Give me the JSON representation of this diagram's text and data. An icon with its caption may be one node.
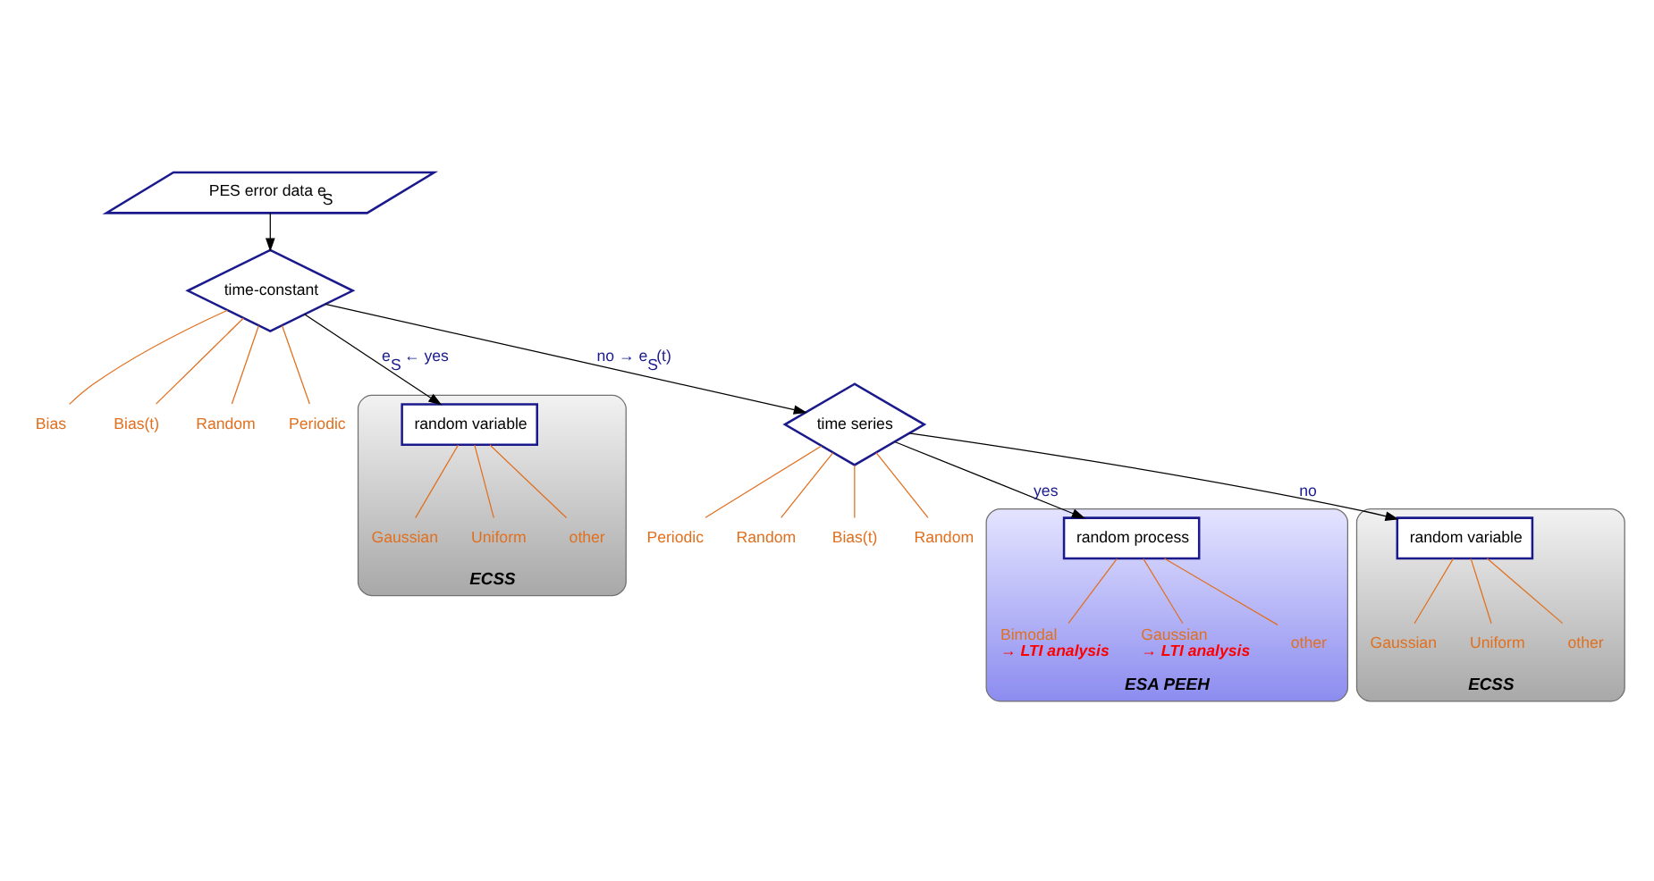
{
  "diagram": {
    "nodes": [
      {
        "text": [
          "PES error data e$_{S}$"
        ]
      },
      {
        "text": [
          "time-constant"
        ]
      },
      {
        "text": [
          "Bias"
        ]
      },
      {
        "text": [
          "Bias(t)"
        ]
      },
      {
        "text": [
          "Random"
        ]
      },
      {
        "text": [
          "Periodic"
        ]
      },
      {
        "text": [
          "time series"
        ]
      },
      {
        "text": [
          "Periodic"
        ]
      },
      {
        "text": [
          "Random"
        ]
      },
      {
        "text": [
          "Bias(t)"
        ]
      },
      {
        "text": [
          "Random"
        ]
      },
      {
        "text": [
          "ECSS"
        ]
      },
      {
        "text": [
          "random variable"
        ],
        "in": 11
      },
      {
        "text": [
          "Gaussian"
        ],
        "in": 11
      },
      {
        "text": [
          "Uniform"
        ],
        "in": 11
      },
      {
        "text": [
          "other"
        ],
        "in": 11
      },
      {
        "text": [
          "ESA PEEH"
        ]
      },
      {
        "text": [
          "random process"
        ],
        "in": 16
      },
      {
        "text": [
          "Bimodal",
          "→ LTI analysis"
        ],
        "in": 16
      },
      {
        "text": [
          "Gaussian",
          "→ LTI analysis"
        ],
        "in": 16
      },
      {
        "text": [
          "other"
        ],
        "in": 16
      },
      {
        "text": [
          "ECSS"
        ]
      },
      {
        "text": [
          "random variable"
        ],
        "in": 21
      },
      {
        "text": [
          "Gaussian"
        ],
        "in": 21
      },
      {
        "text": [
          "Uniform"
        ],
        "in": 21
      },
      {
        "text": [
          "other"
        ],
        "in": 21
      }
    ],
    "edges": [
      {
        "from": 0,
        "to": 1,
        "arrow": "to",
        "color": "#000000"
      },
      {
        "from": 1,
        "to": 12,
        "arrow": "to",
        "label": "e$_{S}$ ← yes",
        "color": "#000000"
      },
      {
        "from": 1,
        "to": 6,
        "arrow": "to",
        "label": "no → e$_{S}$(t)",
        "color": "#000000"
      },
      {
        "from": 6,
        "to": 17,
        "arrow": "to",
        "label": "yes",
        "color": "#000000"
      },
      {
        "from": 6,
        "to": 22,
        "arrow": "to",
        "label": "no",
        "color": "#000000"
      },
      {
        "from": 1,
        "to": 2,
        "arrow": "none",
        "color": "#e07020"
      },
      {
        "from": 1,
        "to": 3,
        "arrow": "none",
        "color": "#e07020"
      },
      {
        "from": 1,
        "to": 4,
        "arrow": "none",
        "color": "#e07020"
      },
      {
        "from": 1,
        "to": 5,
        "arrow": "none",
        "color": "#e07020"
      },
      {
        "from": 6,
        "to": 7,
        "arrow": "none",
        "color": "#e07020"
      },
      {
        "from": 6,
        "to": 8,
        "arrow": "none",
        "color": "#e07020"
      },
      {
        "from": 6,
        "to": 9,
        "arrow": "none",
        "color": "#e07020"
      },
      {
        "from": 6,
        "to": 10,
        "arrow": "none",
        "color": "#e07020"
      },
      {
        "from": 12,
        "to": 13,
        "arrow": "none",
        "color": "#e07020"
      },
      {
        "from": 12,
        "to": 14,
        "arrow": "none",
        "color": "#e07020"
      },
      {
        "from": 12,
        "to": 15,
        "arrow": "none",
        "color": "#e07020"
      },
      {
        "from": 17,
        "to": 18,
        "arrow": "none",
        "color": "#e07020"
      },
      {
        "from": 17,
        "to": 19,
        "arrow": "none",
        "color": "#e07020"
      },
      {
        "from": 17,
        "to": 20,
        "arrow": "none",
        "color": "#e07020"
      },
      {
        "from": 22,
        "to": 23,
        "arrow": "none",
        "color": "#e07020"
      },
      {
        "from": 22,
        "to": 24,
        "arrow": "none",
        "color": "#e07020"
      },
      {
        "from": 22,
        "to": 25,
        "arrow": "none",
        "color": "#e07020"
      }
    ]
  }
}
